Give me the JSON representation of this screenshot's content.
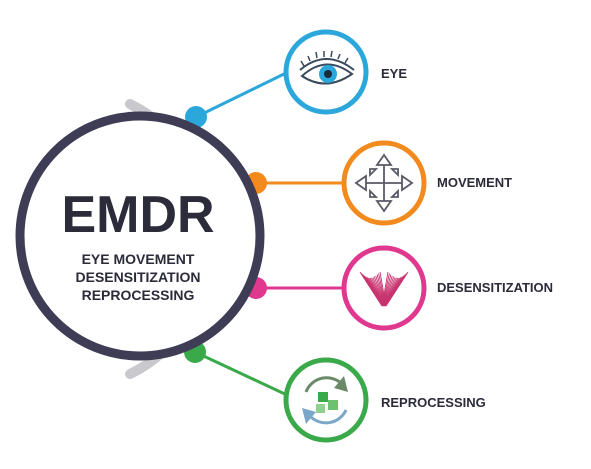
{
  "center": {
    "title": "EMDR",
    "lines": [
      "EYE MOVEMENT",
      "DESENSITIZATION",
      "REPROCESSING"
    ]
  },
  "items": [
    {
      "label": "EYE",
      "icon": "eye-icon",
      "color": "#2ba7dc"
    },
    {
      "label": "MOVEMENT",
      "icon": "four-way-arrows-icon",
      "color": "#f28a1d"
    },
    {
      "label": "DESENSITIZATION",
      "icon": "converging-lines-icon",
      "color": "#e0388f"
    },
    {
      "label": "REPROCESSING",
      "icon": "recycle-arrows-icon",
      "color": "#3aa94a"
    }
  ],
  "colors": {
    "ring": "#3f3d56",
    "arc": "#c9c9cd",
    "text": "#2b2b3a"
  }
}
